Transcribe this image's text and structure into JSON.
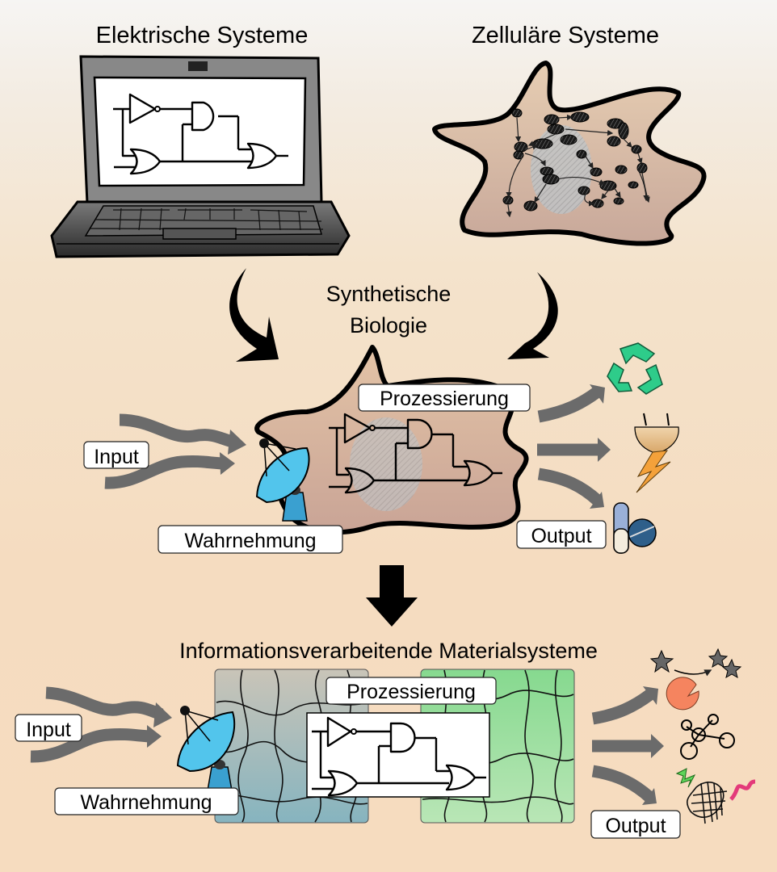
{
  "titles": {
    "electrical": "Elektrische Systeme",
    "cellular": "Zelluläre Systeme",
    "synbio_line1": "Synthetische",
    "synbio_line2": "Biologie",
    "material": "Informationsverarbeitende Materialsysteme"
  },
  "middle_section": {
    "input_label": "Input",
    "sensing_label": "Wahrnehmung",
    "processing_label": "Prozessierung",
    "output_label": "Output",
    "output_icons": [
      "recycle-icon",
      "power-plug-icon",
      "pill-capsule-icon"
    ]
  },
  "bottom_section": {
    "input_label": "Input",
    "sensing_label": "Wahrnehmung",
    "processing_label": "Prozessierung",
    "output_label": "Output",
    "output_icons": [
      "enzyme-pacman-icon",
      "molecule-icon",
      "fluorescent-protein-icon"
    ]
  },
  "colors": {
    "arrow_gray": "#6b6b6b",
    "cell_fill": "#d2ab92",
    "hydrogel_blue": "#8fb6c0",
    "hydrogel_green": "#8fd99a",
    "recycle_green": "#2ecc8a",
    "lightning_orange": "#f4a13a",
    "dish_blue": "#4fc3e8"
  }
}
